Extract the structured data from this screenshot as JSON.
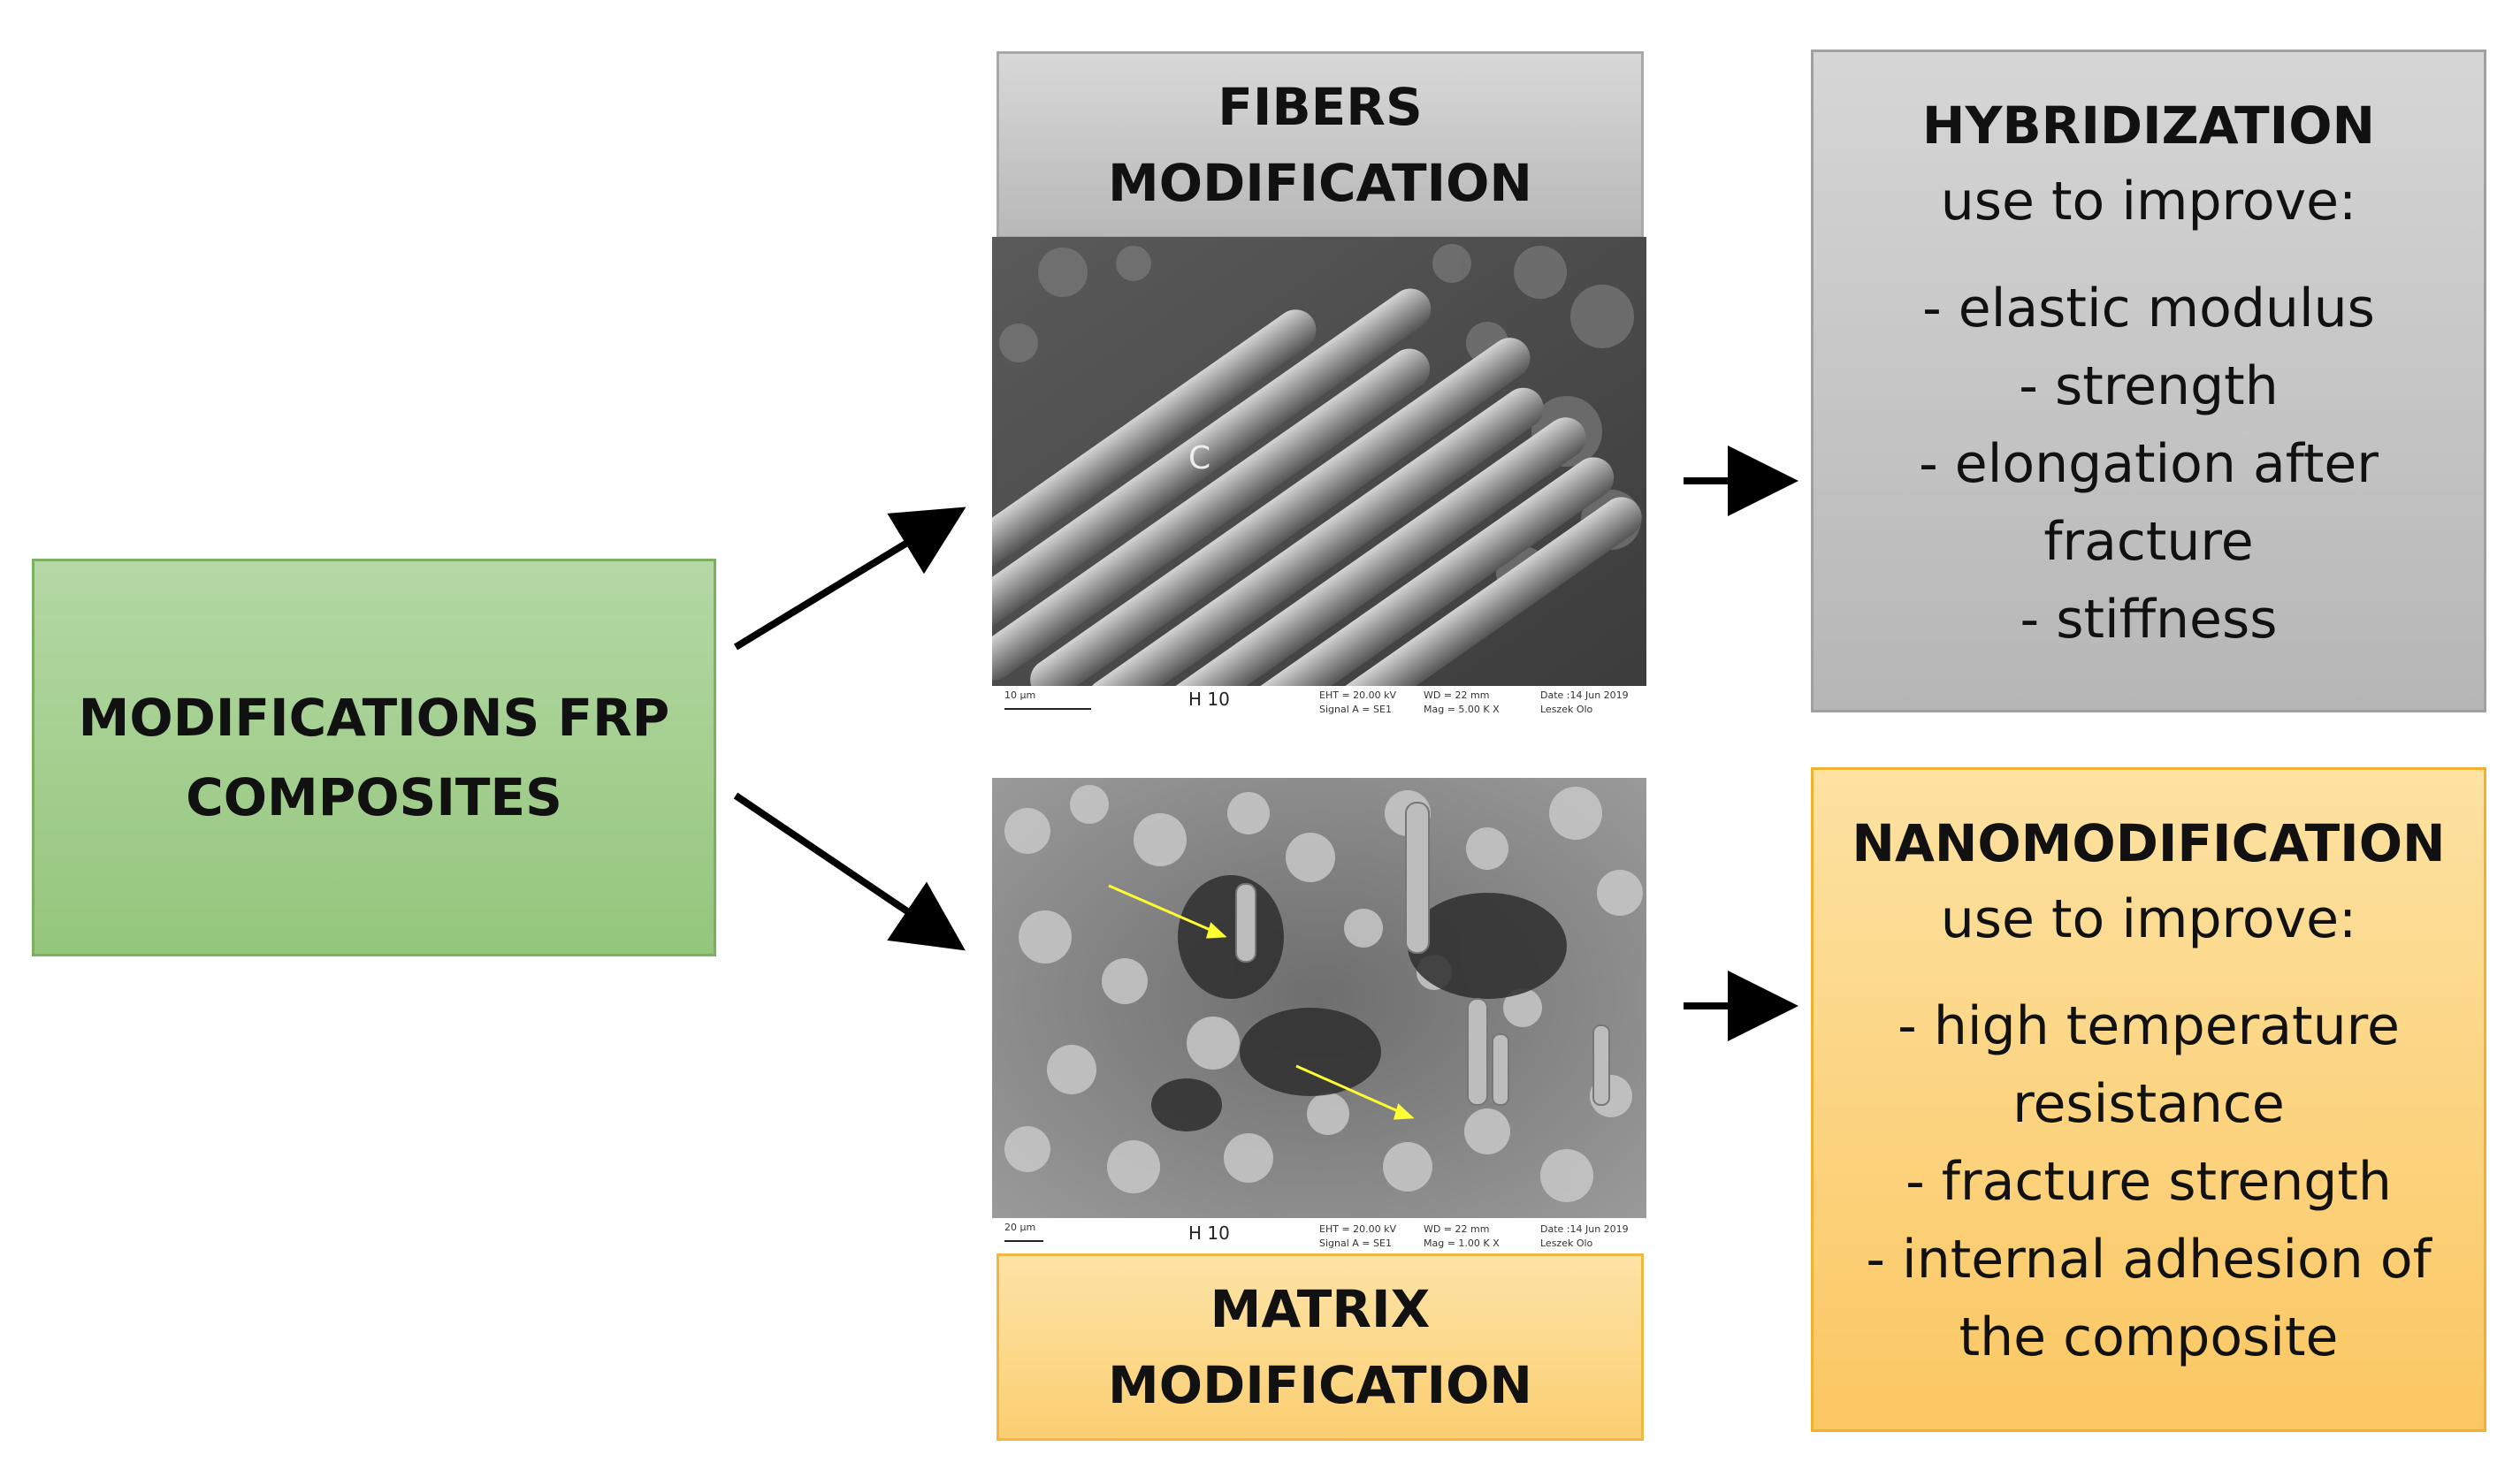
{
  "root": {
    "title_line1": "MODIFICATIONS FRP",
    "title_line2": "COMPOSITES"
  },
  "fibers": {
    "title_line1": "FIBERS",
    "title_line2": "MODIFICATION",
    "image": {
      "label": "C",
      "scale": "10 µm",
      "sample": "H 10",
      "meta1": "EHT = 20.00 kV",
      "meta2": "Signal A = SE1",
      "meta3": "WD = 22 mm",
      "meta4": "Mag = 5.00 K X",
      "meta5": "Date :14 Jun 2019",
      "meta6": "Leszek Olo"
    }
  },
  "matrix": {
    "title_line1": "MATRIX",
    "title_line2": "MODIFICATION",
    "image": {
      "scale": "20 µm",
      "sample": "H 10",
      "meta1": "EHT = 20.00 kV",
      "meta2": "Signal A = SE1",
      "meta3": "WD = 22 mm",
      "meta4": "Mag = 1.00 K X",
      "meta5": "Date :14 Jun 2019",
      "meta6": "Leszek Olo"
    }
  },
  "hybridization": {
    "title": "HYBRIDIZATION",
    "subtitle": "use to improve:",
    "items": [
      "- elastic modulus",
      "- strength",
      "- elongation after",
      "fracture",
      "- stiffness"
    ]
  },
  "nanomodification": {
    "title": "NANOMODIFICATION",
    "subtitle": "use to improve:",
    "items": [
      "- high temperature",
      "resistance",
      "- fracture strength",
      "- internal adhesion of",
      "the composite"
    ]
  },
  "colors": {
    "root_fill": "#a6d08f",
    "gray_fill": "#c6c6c6",
    "orange_fill": "#fcd47f",
    "arrow": "#000000",
    "sem_pointer": "#ffff33"
  }
}
